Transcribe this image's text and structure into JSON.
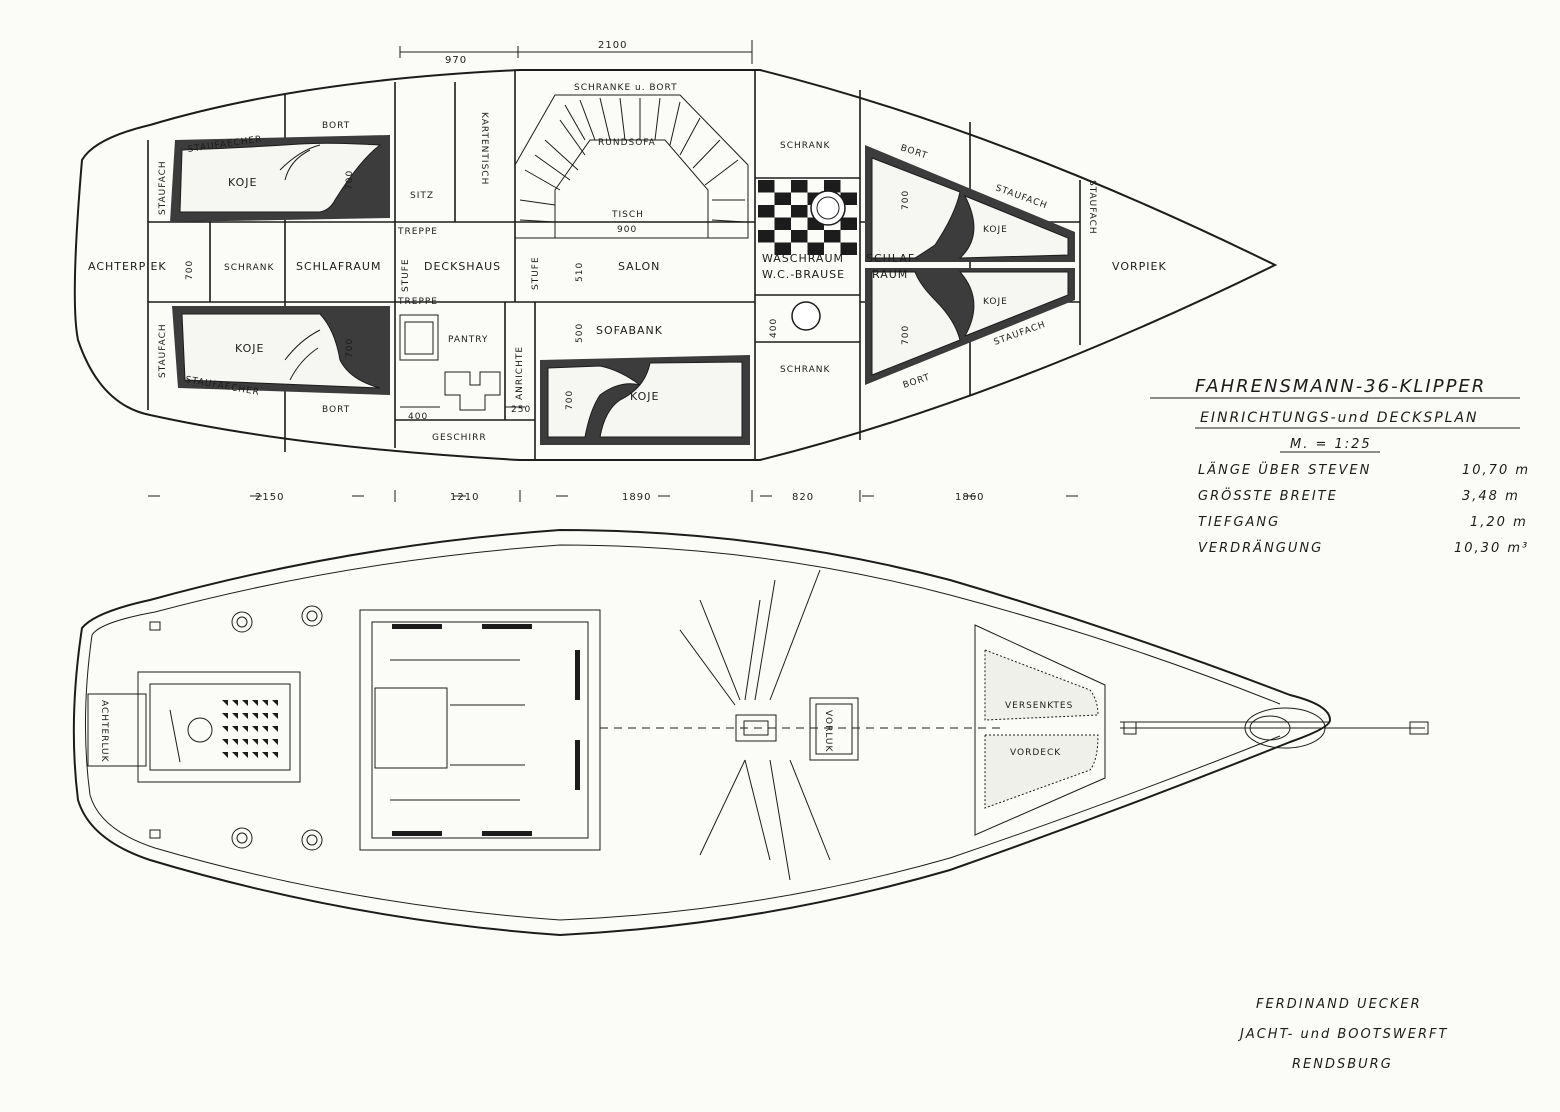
{
  "dimensions": {
    "top": [
      "970",
      "2100"
    ],
    "bottom": [
      "2150",
      "1210",
      "1890",
      "820",
      "1860"
    ]
  },
  "rooms": {
    "achterpiek": "ACHTERPIEK",
    "staufach": "STAUFACH",
    "staufaecher": "STAUFAECHER",
    "bort": "BORT",
    "koje": "KOJE",
    "schrank": "SCHRANK",
    "schlafraum": "SCHLAFRAUM",
    "sitz": "SITZ",
    "kartentisch": "KARTENTISCH",
    "treppe": "TREPPE",
    "stufe": "STUFE",
    "deckshaus": "DECKSHAUS",
    "pantry": "PANTRY",
    "anrichte": "ANRICHTE",
    "geschirr": "GESCHIRR",
    "schranke_bort": "SCHRANKE u. BORT",
    "rundsofa": "RUNDSOFA",
    "tisch": "TISCH",
    "salon": "SALON",
    "sofabank": "SOFABANK",
    "waschraum": "WASCHRAUM",
    "wc_brause": "W.C.-BRAUSE",
    "schlaf": "SCHLAF-",
    "raum": "RAUM",
    "vorpiek": "VORPIEK"
  },
  "inner_dims": {
    "d700": "700",
    "d510": "510",
    "d500": "500",
    "d900": "900",
    "d400": "400",
    "d250": "250"
  },
  "deck": {
    "achterluk": "ACHTERLUK",
    "vorluk": "VORLUK",
    "versenktes": "VERSENKTES",
    "vordeck": "VORDECK"
  },
  "title_block": {
    "title": "FAHRENSMANN-36-KLIPPER",
    "subtitle": "EINRICHTUNGS-und DECKSPLAN",
    "scale": "M. = 1:25",
    "specs": [
      {
        "label": "LÄNGE ÜBER STEVEN",
        "value": "10,70 m"
      },
      {
        "label": "GRÖSSTE BREITE",
        "value": "3,48 m"
      },
      {
        "label": "TIEFGANG",
        "value": "1,20 m"
      },
      {
        "label": "VERDRÄNGUNG",
        "value": "10,30 m³"
      }
    ]
  },
  "yard": {
    "line1": "FERDINAND UECKER",
    "line2": "JACHT- und BOOTSWERFT",
    "line3": "RENDSBURG"
  }
}
